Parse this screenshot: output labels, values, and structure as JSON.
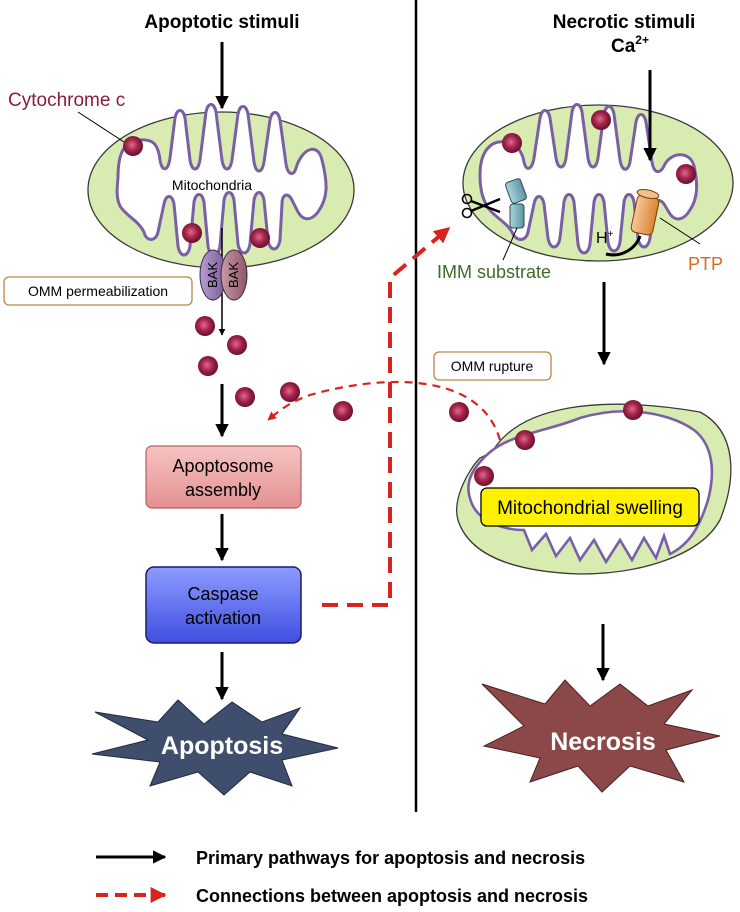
{
  "left": {
    "header": "Apoptotic stimuli",
    "cytochrome_label": "Cytochrome c",
    "mito_label": "Mitochondria",
    "bak_label": "BAK",
    "omm_box": "OMM permeabilization",
    "apoptosome_line1": "Apoptosome",
    "apoptosome_line2": "assembly",
    "caspase_line1": "Caspase",
    "caspase_line2": "activation",
    "outcome": "Apoptosis"
  },
  "right": {
    "header_line1": "Necrotic stimuli",
    "header_line2": "Ca",
    "header_sup": "2+",
    "hplus": "H",
    "hplus_sup": "+",
    "imm_label": "IMM substrate",
    "ptp_label": "PTP",
    "omm_rupture": "OMM rupture",
    "swelling_label": "Mitochondrial swelling",
    "outcome": "Necrosis"
  },
  "legend": {
    "solid": "Primary pathways for apoptosis and necrosis",
    "dashed": "Connections between apoptosis and necrosis"
  },
  "colors": {
    "membrane_fill": "#d8ebb1",
    "membrane_stroke": "#7a5fa6",
    "cytochrome": "#8a1d3d",
    "apoptosome_fill": "#eea8a8",
    "caspase_fill": "#5b6cf2",
    "apoptosis_star": "#3f4e6d",
    "necrosis_star": "#8c4848",
    "dashed_red": "#d8231f",
    "imm_green": "#3e6b2a",
    "ptp_orange": "#d96a1b",
    "swelling_yellow": "#fff200"
  }
}
